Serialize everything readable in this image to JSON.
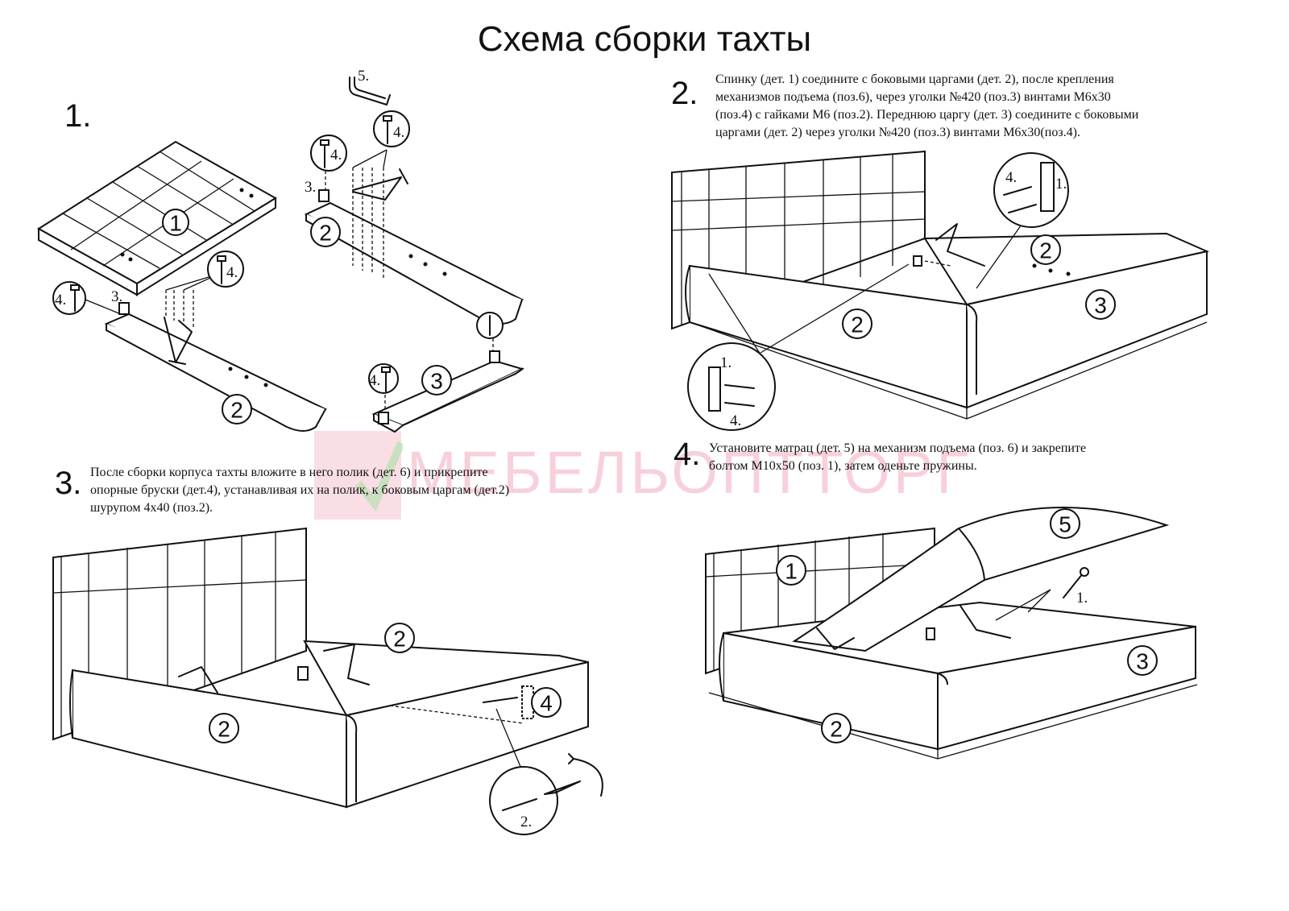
{
  "title": "Схема сборки тахты",
  "steps": [
    {
      "number": "1.",
      "lines": []
    },
    {
      "number": "2.",
      "lines": [
        "Спинку (дет. 1) соедините с боковыми царгами (дет. 2), после крепления",
        " механизмов подъема (поз.6), через уголки №420 (поз.3) винтами М6х30",
        "(поз.4) с гайками М6 (поз.2). Переднюю царгу (дет. 3) соедините с боковыми",
        "царгами (дет. 2) через уголки №420 (поз.3) винтами М6х30(поз.4)."
      ]
    },
    {
      "number": "3.",
      "lines": [
        "После сборки корпуса тахты вложите в него полик (дет. 6) и прикрепите",
        "опорные бруски (дет.4), устанавливая их на полик, к боковым царгам (дет.2)",
        "шурупом 4х40 (поз.2)."
      ]
    },
    {
      "number": "4.",
      "lines": [
        "Установите матрац (дет. 5) на механизм подъема (поз. 6) и закрепите",
        "болтом М10х50 (поз. 1), затем оденьте пружины."
      ]
    }
  ],
  "watermark": "МЕБЕЛЬОПТТОРГ",
  "part_labels": {
    "p1": "1",
    "p2": "2",
    "p3": "3",
    "p4": "4",
    "p5": "5",
    "pos1": "1.",
    "pos2": "2.",
    "pos3": "3.",
    "pos4": "4.",
    "pos5": "5."
  }
}
